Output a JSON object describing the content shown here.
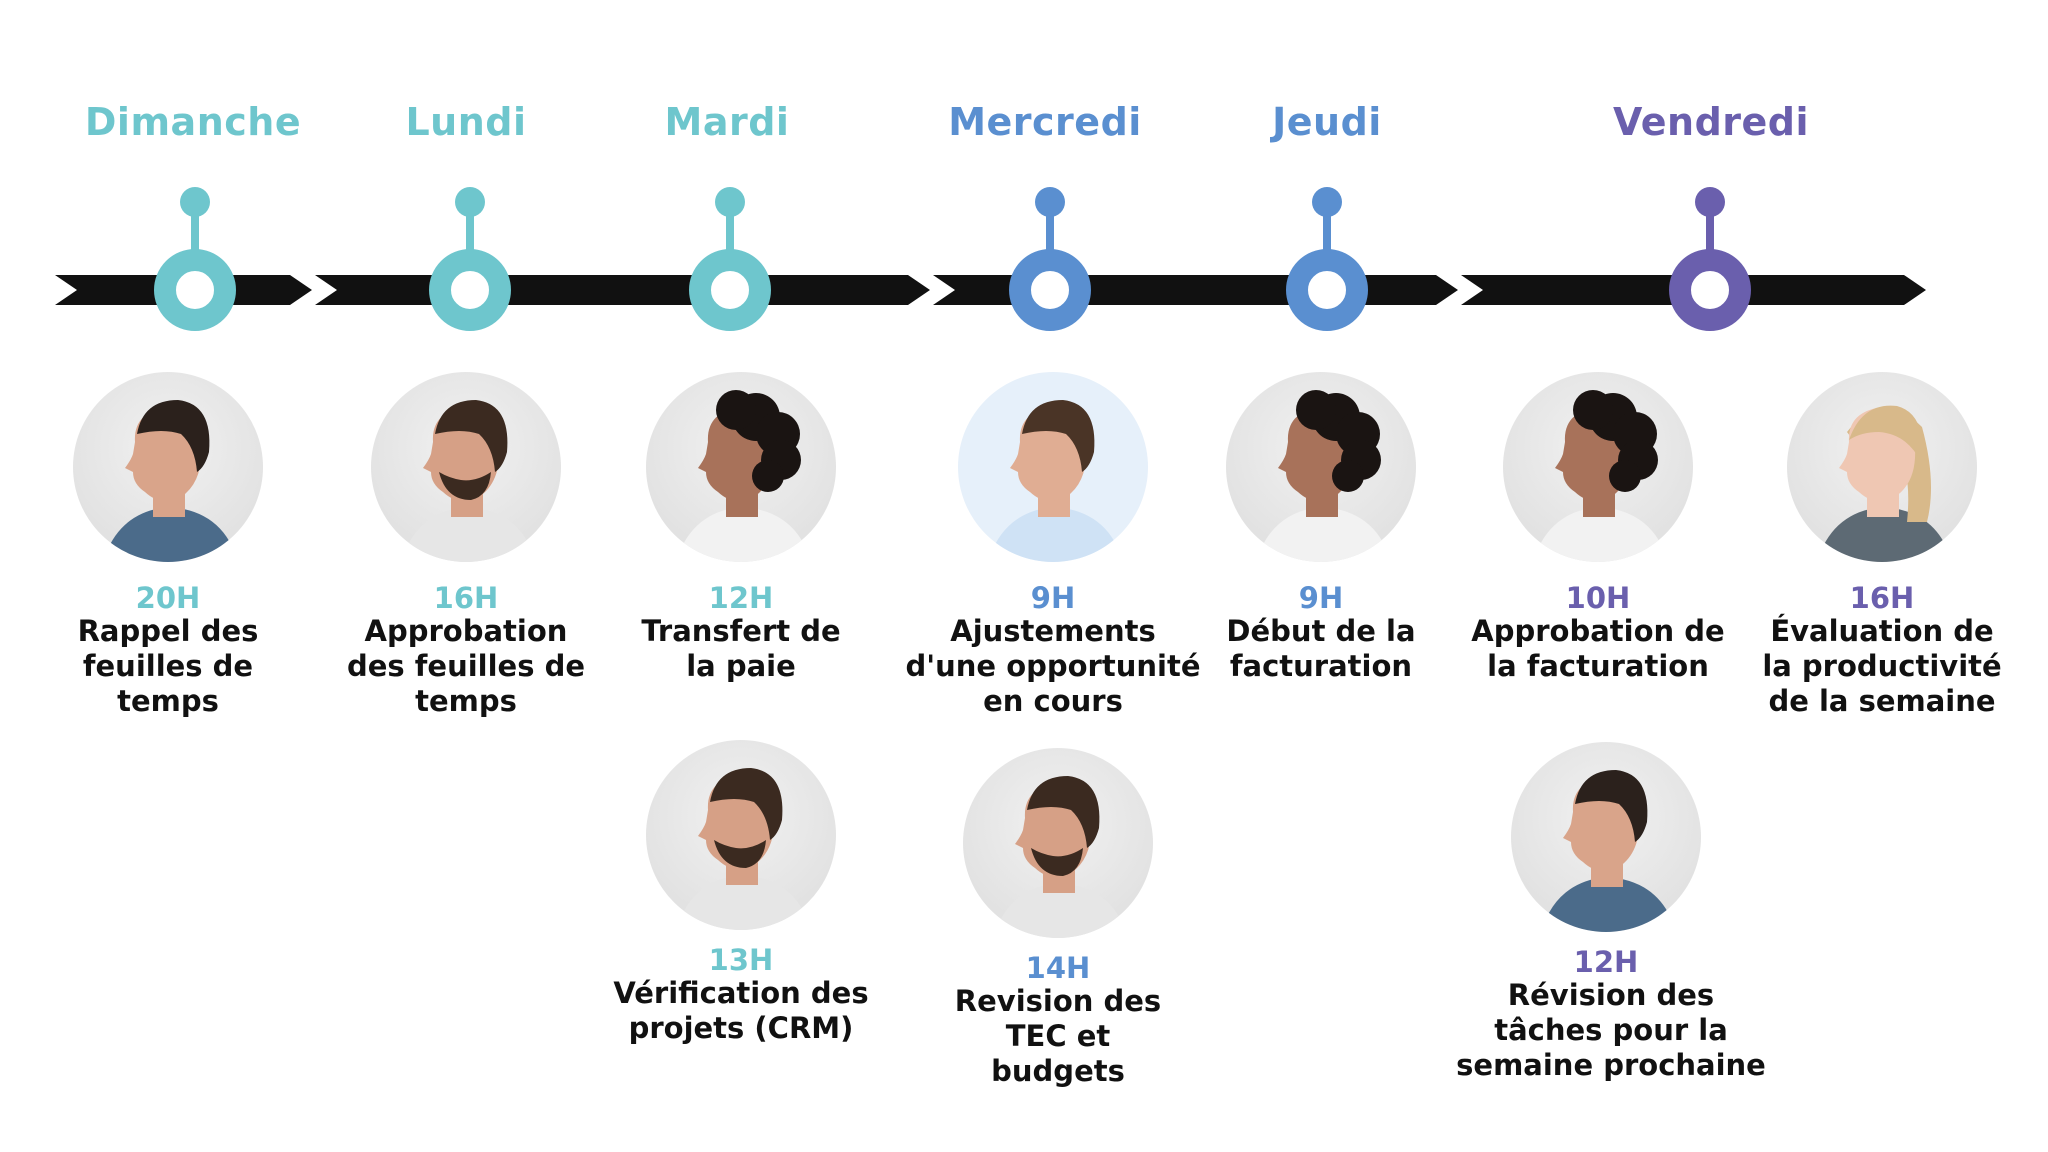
{
  "colors": {
    "teal": "#6ec6cd",
    "blue": "#5a8fd0",
    "purple": "#6a5fad",
    "arrow": "#111111",
    "text": "#111111"
  },
  "days": [
    {
      "label": "Dimanche",
      "color": "#6ec6cd"
    },
    {
      "label": "Lundi",
      "color": "#6ec6cd"
    },
    {
      "label": "Mardi",
      "color": "#6ec6cd"
    },
    {
      "label": "Mercredi",
      "color": "#5a8fd0"
    },
    {
      "label": "Jeudi",
      "color": "#5a8fd0"
    },
    {
      "label": "Vendredi",
      "color": "#6a5fad"
    }
  ],
  "events": [
    {
      "time": "20H",
      "title": "Rappel des feuilles de temps",
      "color": "#6ec6cd",
      "avatar": "man-dark-hair-smiling-icon"
    },
    {
      "time": "16H",
      "title": "Approbation des feuilles de temps",
      "color": "#6ec6cd",
      "avatar": "bearded-man-icon"
    },
    {
      "time": "12H",
      "title": "Transfert de la paie",
      "color": "#6ec6cd",
      "avatar": "curly-haired-woman-icon"
    },
    {
      "time": "13H",
      "title": "Vérification des projets (CRM)",
      "color": "#6ec6cd",
      "avatar": "bearded-man-icon"
    },
    {
      "time": "9H",
      "title": "Ajustements d'une opportunité en cours",
      "color": "#5a8fd0",
      "avatar": "smiling-man-light-shirt-icon"
    },
    {
      "time": "14H",
      "title": "Revision des TEC et budgets",
      "color": "#5a8fd0",
      "avatar": "bearded-man-icon"
    },
    {
      "time": "9H",
      "title": "Début de la facturation",
      "color": "#5a8fd0",
      "avatar": "curly-haired-woman-icon"
    },
    {
      "time": "10H",
      "title": "Approbation de la facturation",
      "color": "#6a5fad",
      "avatar": "curly-haired-woman-icon"
    },
    {
      "time": "12H",
      "title": "Révision des tâches pour la semaine prochaine",
      "color": "#6a5fad",
      "avatar": "man-dark-hair-smiling-icon"
    },
    {
      "time": "16H",
      "title": "Évaluation de la productivité de la semaine",
      "color": "#6a5fad",
      "avatar": "blonde-woman-icon"
    }
  ]
}
